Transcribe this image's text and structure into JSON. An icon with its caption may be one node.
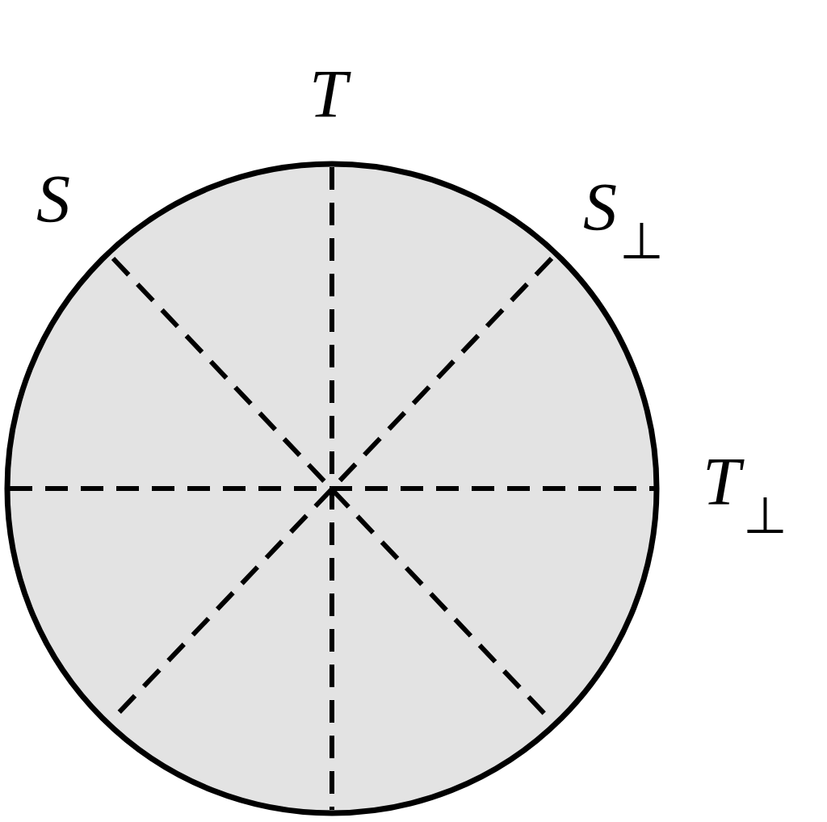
{
  "diagram": {
    "labels": [
      "T",
      "S",
      "S$_{⊥}$",
      "T$_{⊥}$"
    ]
  }
}
